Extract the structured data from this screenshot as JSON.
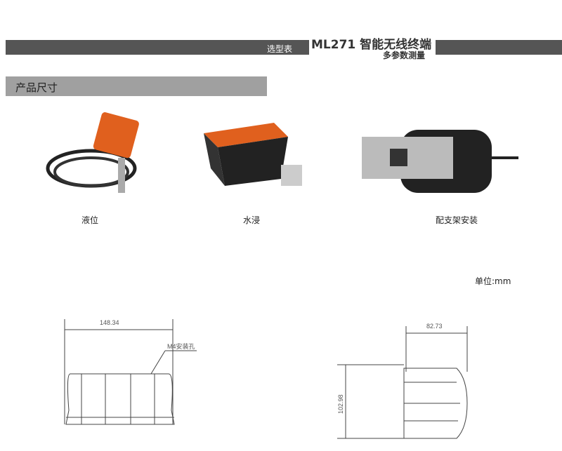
{
  "header": {
    "left_label": "选型表",
    "title": "ML271 智能无线终端",
    "subtitle": "多参数测量"
  },
  "section": {
    "title": "产品尺寸"
  },
  "products": [
    {
      "caption": "液位"
    },
    {
      "caption": "水浸"
    },
    {
      "caption": "配支架安装"
    }
  ],
  "unit": "单位:mm",
  "drawings": {
    "front_width": "148.34",
    "hole_label": "M4安装孔",
    "side_width": "82.73",
    "side_height": "102.98"
  },
  "colors": {
    "bar": "#555555",
    "section_bar": "#a0a0a0",
    "housing": "#e0601e"
  }
}
